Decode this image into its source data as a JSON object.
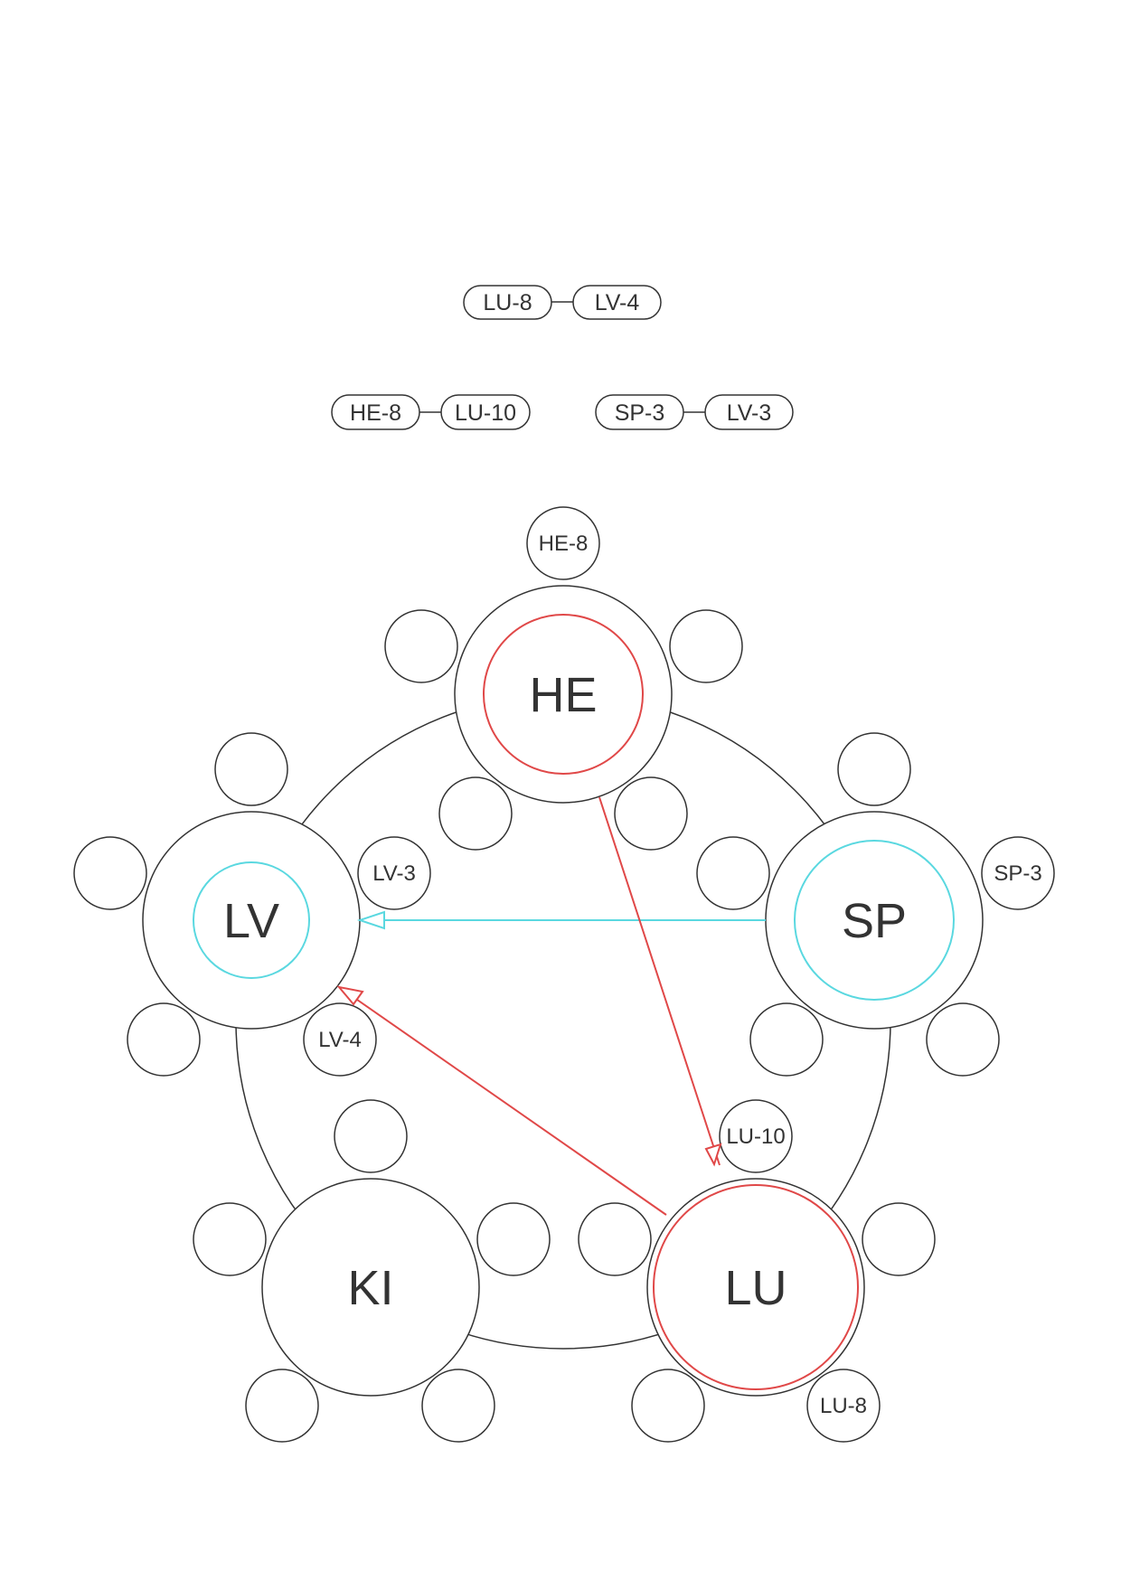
{
  "colors": {
    "stroke": "#333333",
    "red": "#e04848",
    "cyan": "#5ad8e0",
    "background": "#ffffff"
  },
  "pairs": [
    {
      "left": "LU-8",
      "right": "LV-4"
    },
    {
      "left": "HE-8",
      "right": "LU-10"
    },
    {
      "left": "SP-3",
      "right": "LV-3"
    }
  ],
  "organs": {
    "he": {
      "label": "HE",
      "ring": "red"
    },
    "sp": {
      "label": "SP",
      "ring": "cyan"
    },
    "lu": {
      "label": "LU",
      "ring": "red"
    },
    "ki": {
      "label": "KI",
      "ring": "none"
    },
    "lv": {
      "label": "LV",
      "ring": "cyan"
    }
  },
  "points": {
    "he_8": "HE-8",
    "sp_3": "SP-3",
    "lu_10": "LU-10",
    "lu_8": "LU-8",
    "lv_3": "LV-3",
    "lv_4": "LV-4"
  },
  "arrows": [
    {
      "from": "SP",
      "to": "LV",
      "color": "cyan"
    },
    {
      "from": "HE",
      "to": "LU",
      "color": "red"
    },
    {
      "from": "LU",
      "to": "LV",
      "color": "red"
    }
  ]
}
